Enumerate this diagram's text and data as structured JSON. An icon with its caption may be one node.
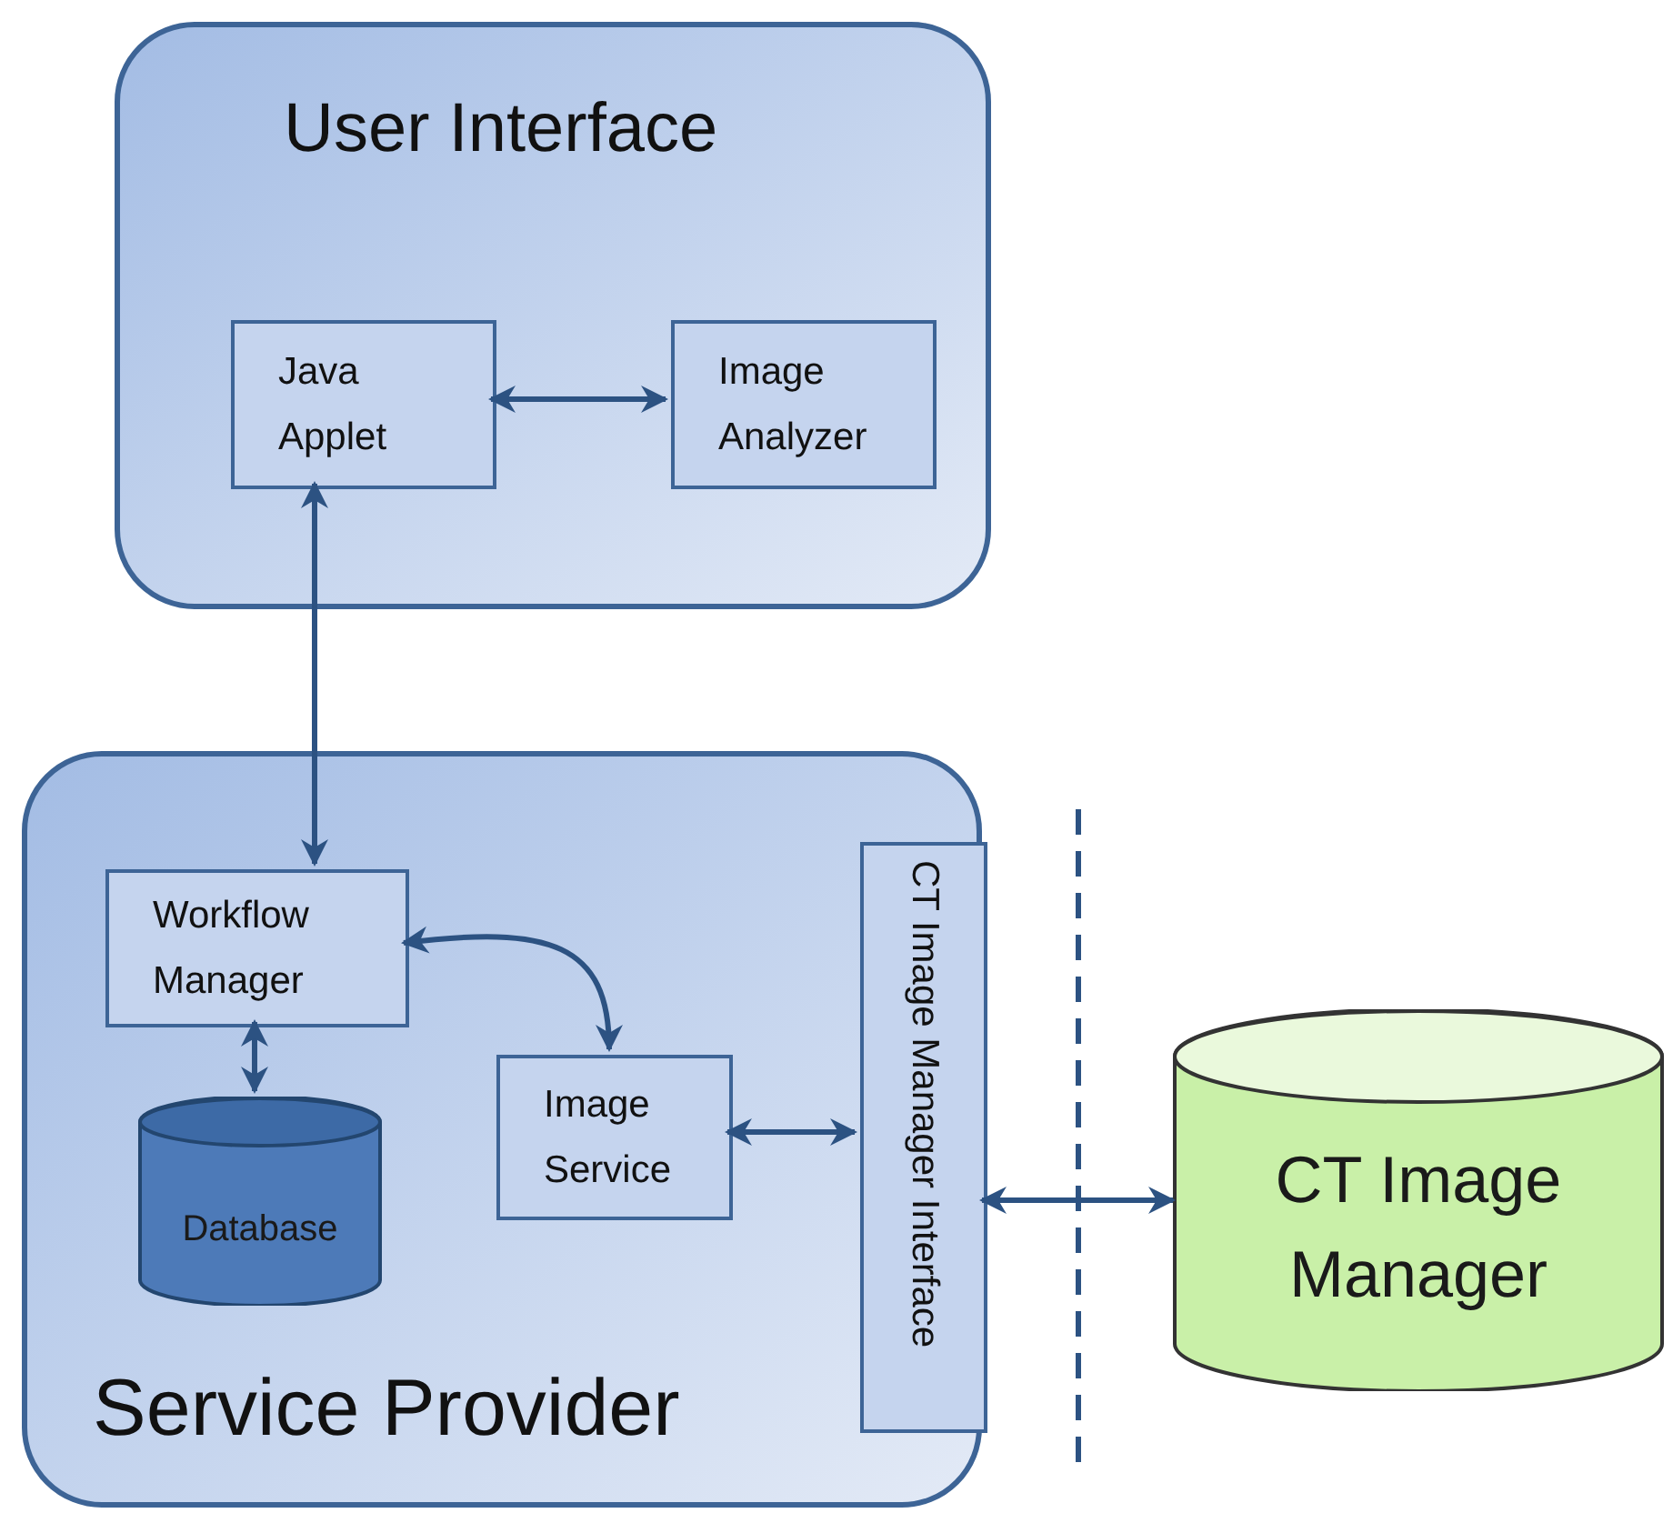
{
  "diagram": {
    "nodes": [
      {
        "text": [
          "User Interface"
        ]
      },
      {
        "text": [
          "Java Applet"
        ],
        "in": 0
      },
      {
        "text": [
          "Image Analyzer"
        ],
        "in": 0
      },
      {
        "text": [
          "Service Provider"
        ]
      },
      {
        "text": [
          "Workflow Manager"
        ],
        "in": 3
      },
      {
        "text": [
          "Database"
        ],
        "in": 3
      },
      {
        "text": [
          "Image Service"
        ],
        "in": 3
      },
      {
        "text": [
          "CT Image Manager Interface"
        ],
        "in": 3
      },
      {
        "text": [
          "CT Image Manager"
        ]
      }
    ],
    "edges": [
      {
        "from": 1,
        "to": 2,
        "arrow": "both"
      },
      {
        "from": 1,
        "to": 4,
        "arrow": "both"
      },
      {
        "from": 4,
        "to": 6,
        "arrow": "both"
      },
      {
        "from": 4,
        "to": 5,
        "arrow": "both"
      },
      {
        "from": 6,
        "to": 7,
        "arrow": "both"
      },
      {
        "from": 7,
        "to": 8,
        "arrow": "both"
      }
    ]
  }
}
